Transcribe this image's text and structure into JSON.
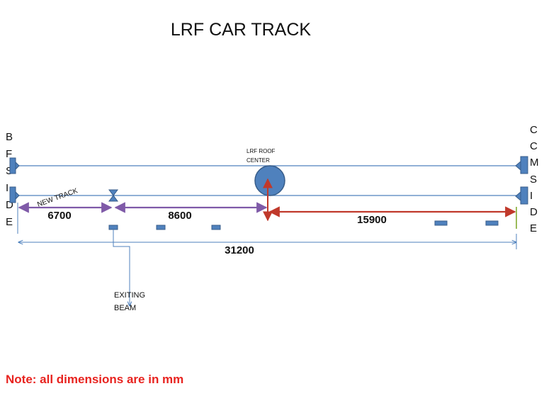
{
  "title": "LRF CAR TRACK",
  "left_side_label": [
    "B",
    "F",
    "S",
    "I",
    "D",
    "E"
  ],
  "right_side_label": [
    "C",
    "C",
    "M",
    "S",
    "I",
    "D",
    "E"
  ],
  "roof_center_label": [
    "LRF ROOF",
    "CENTER"
  ],
  "new_track_label": "NEW TRACK",
  "existing_beam_label": [
    "EXITING",
    "BEAM"
  ],
  "dimensions": {
    "segment_1": "6700",
    "segment_2": "8600",
    "segment_3": "15900",
    "total": "31200"
  },
  "note": "Note: all dimensions are in mm",
  "colors": {
    "line_blue": "#4f81bd",
    "shape_fill": "#4f81bd",
    "shape_stroke": "#385d8a",
    "purple": "#7f5aa8",
    "red": "#c0392b",
    "note_red": "#e8231f",
    "green": "#9bbb59"
  }
}
